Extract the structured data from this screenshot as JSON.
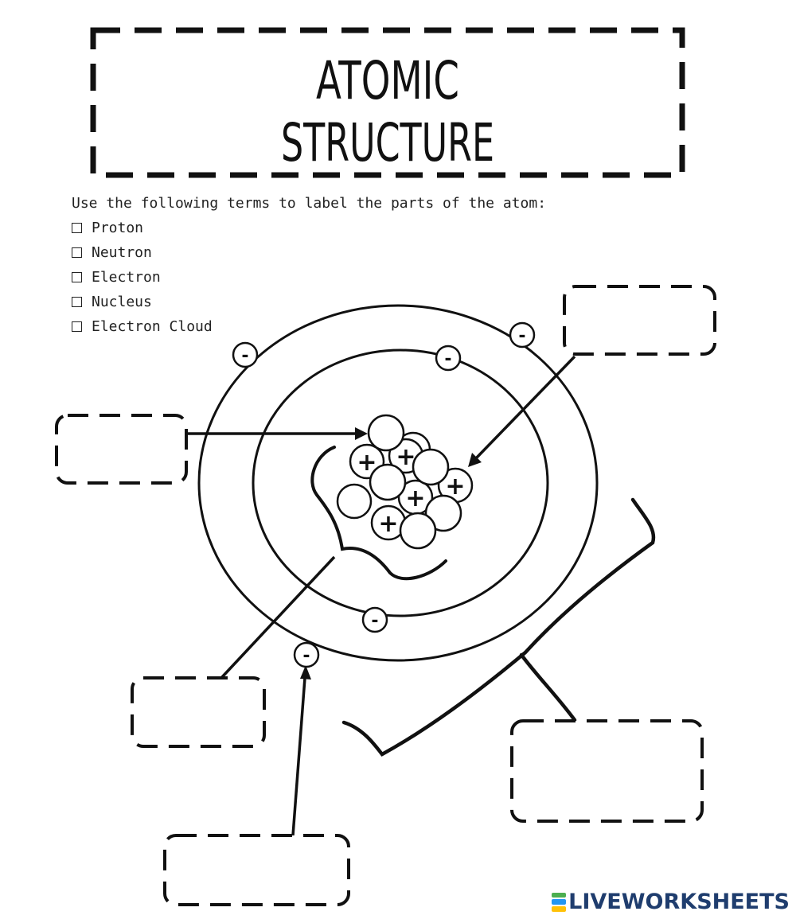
{
  "title": {
    "line1": "ATOMIC",
    "line2": "STRUCTURE"
  },
  "instructions": "Use the following terms to label the parts of the atom:",
  "terms": [
    "Proton",
    "Neutron",
    "Electron",
    "Nucleus",
    "Electron Cloud"
  ],
  "symbols": {
    "electron": "-",
    "proton": "+"
  },
  "label_boxes": [
    {
      "id": "top-right",
      "value": ""
    },
    {
      "id": "left",
      "value": ""
    },
    {
      "id": "bottom-left",
      "value": ""
    },
    {
      "id": "bottom-center",
      "value": ""
    },
    {
      "id": "bottom-right",
      "value": ""
    }
  ],
  "brand": {
    "name": "LIVEWORKSHEETS",
    "logo_colors": [
      "#4caf50",
      "#2196f3",
      "#ffc107"
    ]
  }
}
